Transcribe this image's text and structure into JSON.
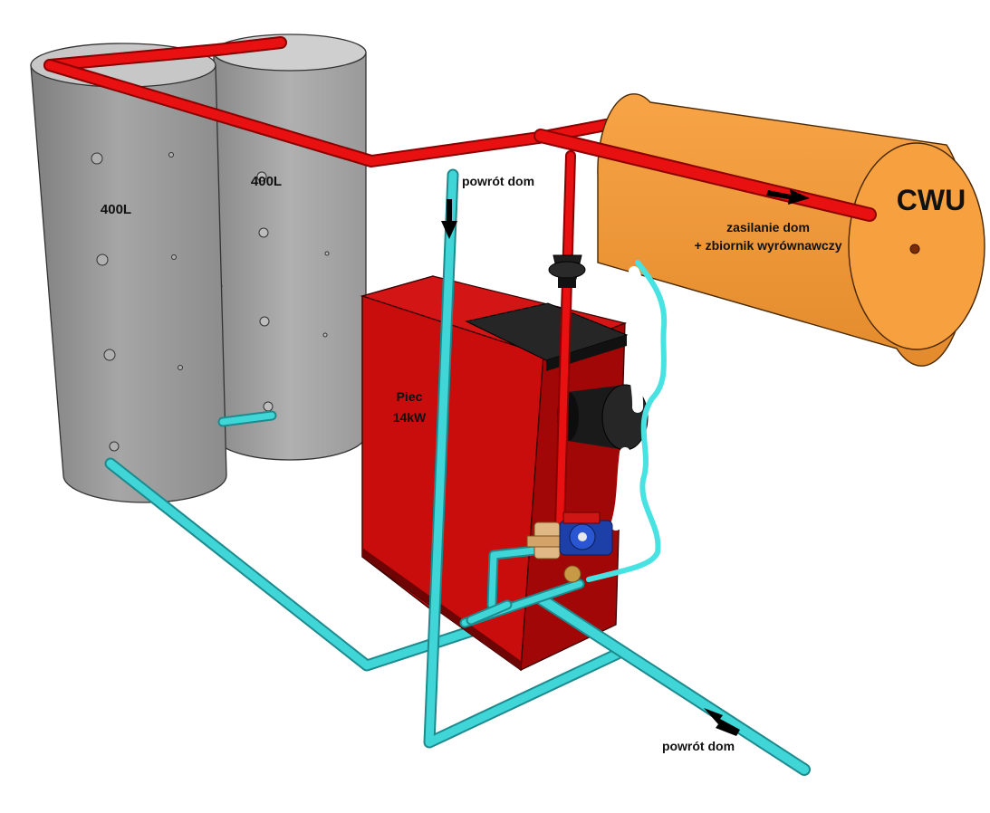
{
  "labels": {
    "tank_left": "400L",
    "tank_right": "400L",
    "boiler": [
      "Piec",
      "14kW"
    ],
    "cwu": "CWU",
    "supply": [
      "zasilanie dom",
      "+ zbiornik wyrównawczy"
    ],
    "return_top": "powrót dom",
    "return_bottom": "powrót dom"
  },
  "colors": {
    "tank": "#9a9a9a",
    "cwu_tank": "#f39c3a",
    "hot_pipe": "#e50f0f",
    "cold_pipe": "#3fd3d6",
    "boiler": "#c60d0d",
    "arrow": "#000000"
  },
  "icons": [
    "arrow-down-icon",
    "arrow-right-icon",
    "arrow-left-icon",
    "pump-icon",
    "valve-icon"
  ]
}
